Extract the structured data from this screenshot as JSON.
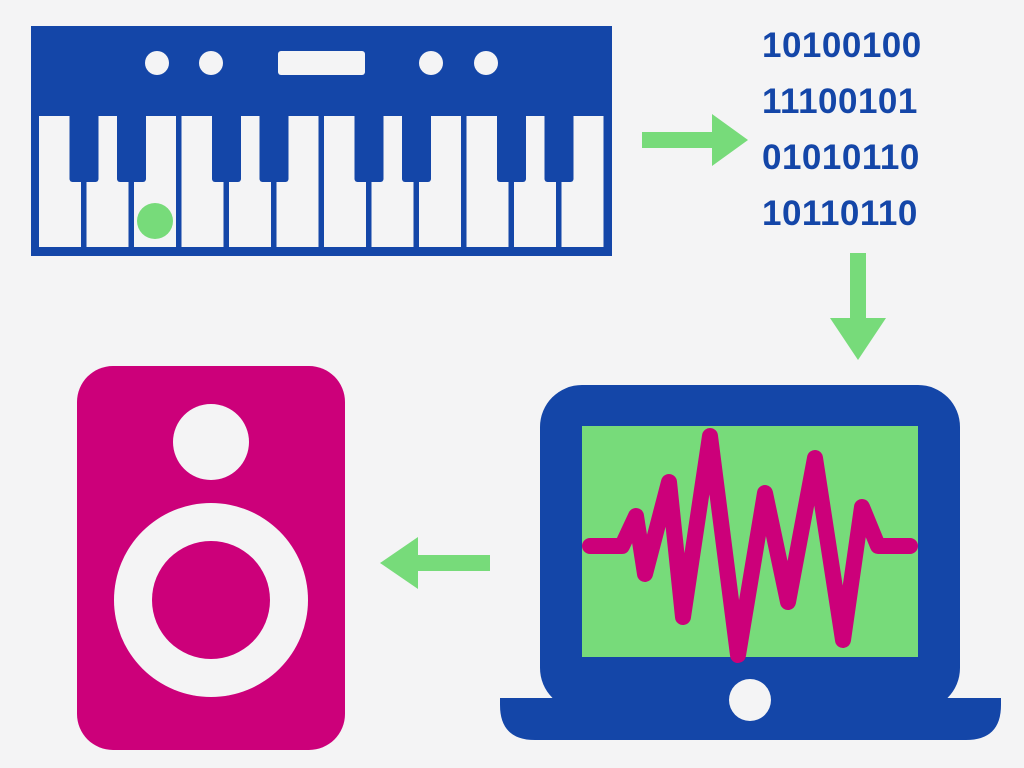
{
  "colors": {
    "background": "#f4f4f5",
    "blue": "#1446a8",
    "green": "#77db7a",
    "magenta": "#cc007a",
    "white": "#f4f4f5"
  },
  "binary": {
    "lines": [
      "10100100",
      "11100101",
      "01010110",
      "10110110"
    ]
  },
  "icons": [
    "keyboard-icon",
    "arrow-right-icon",
    "arrow-down-icon",
    "laptop-waveform-icon",
    "arrow-left-icon",
    "speaker-icon"
  ]
}
